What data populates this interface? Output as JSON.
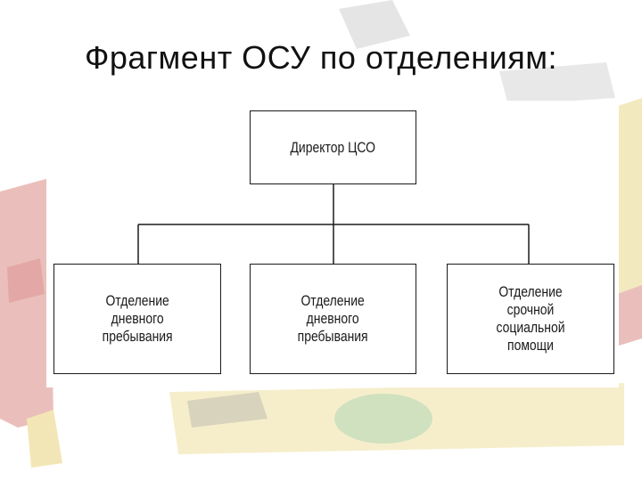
{
  "title": "Фрагмент ОСУ по отделениям:",
  "org_chart": {
    "root": {
      "label": "Директор ЦСО"
    },
    "children": [
      {
        "label": "Отделение\nдневного\nпребывания"
      },
      {
        "label": "Отделение\nдневного\nпребывания"
      },
      {
        "label": "Отделение\nсрочной\nсоциальной\nпомощи"
      }
    ]
  },
  "colors": {
    "background_art_red": "#c8504a",
    "background_art_yellow": "#e6c84b",
    "background_art_green": "#7aa85a",
    "line": "#1a1a1a"
  }
}
